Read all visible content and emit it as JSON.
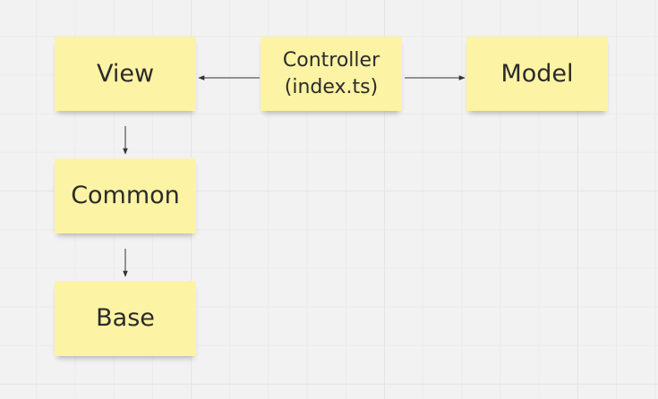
{
  "diagram": {
    "nodes": [
      {
        "id": "view",
        "label": "View"
      },
      {
        "id": "controller",
        "label": "Controller\n(index.ts)"
      },
      {
        "id": "model",
        "label": "Model"
      },
      {
        "id": "common",
        "label": "Common"
      },
      {
        "id": "base",
        "label": "Base"
      }
    ],
    "edges": [
      {
        "from": "controller",
        "to": "view"
      },
      {
        "from": "controller",
        "to": "model"
      },
      {
        "from": "view",
        "to": "common"
      },
      {
        "from": "common",
        "to": "base"
      }
    ],
    "colors": {
      "note": "#fdf3a4",
      "text": "#2b2b2b",
      "connector": "#333333"
    }
  }
}
